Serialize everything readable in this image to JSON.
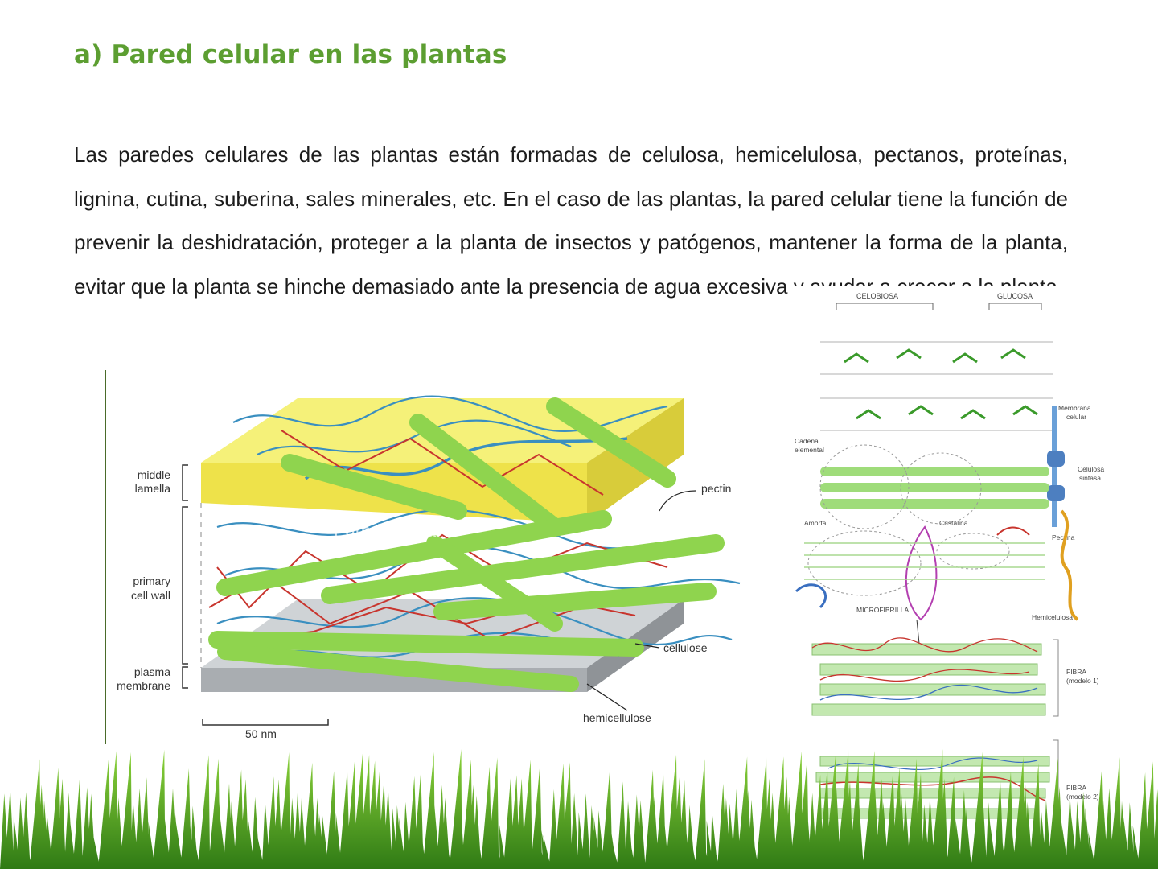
{
  "slide": {
    "title": "a) Pared celular en las plantas",
    "paragraph": "Las paredes celulares de las plantas están formadas de celulosa, hemicelulosa, pectanos, proteínas, lignina, cutina, suberina, sales minerales, etc. En el caso de las plantas, la pared celular tiene la función de prevenir la deshidratación, proteger a la planta de insectos y patógenos, mantener la forma de la planta, evitar que la planta se hinche demasiado ante la presencia de agua excesiva y ayudar a crecer a la planta."
  },
  "left_figure": {
    "watermark": "Pared Celular",
    "labels": {
      "middle_lamella_1": "middle",
      "middle_lamella_2": "lamella",
      "primary_wall_1": "primary",
      "primary_wall_2": "cell wall",
      "plasma_membrane_1": "plasma",
      "plasma_membrane_2": "membrane",
      "pectin": "pectin",
      "cellulose": "cellulose",
      "hemicellulose": "hemicellulose",
      "scale": "50 nm"
    },
    "colors": {
      "lamella": "#f4ef6a",
      "cellulose": "#8fd44e",
      "hemicellulose": "#c8352e",
      "pectin": "#3a8fc0",
      "membrane": "#bfc3c6"
    }
  },
  "right_figure": {
    "labels": {
      "celobiosa": "CELOBIOSA",
      "glucosa": "GLUCOSA",
      "membrana_1": "Membrana",
      "membrana_2": "celular",
      "cadena_1": "Cadena",
      "cadena_2": "elemental",
      "celulosa_sintasa_1": "Celulosa",
      "celulosa_sintasa_2": "sintasa",
      "amorfa": "Amorfa",
      "cristalina": "Cristalina",
      "pectina": "Pectina",
      "microfibrilla": "MICROFIBRILLA",
      "hemicelulosa": "Hemicelulosa",
      "fibra1_1": "FIBRA",
      "fibra1_2": "(modelo 1)",
      "fibra2_1": "FIBRA",
      "fibra2_2": "(modelo 2)"
    }
  }
}
